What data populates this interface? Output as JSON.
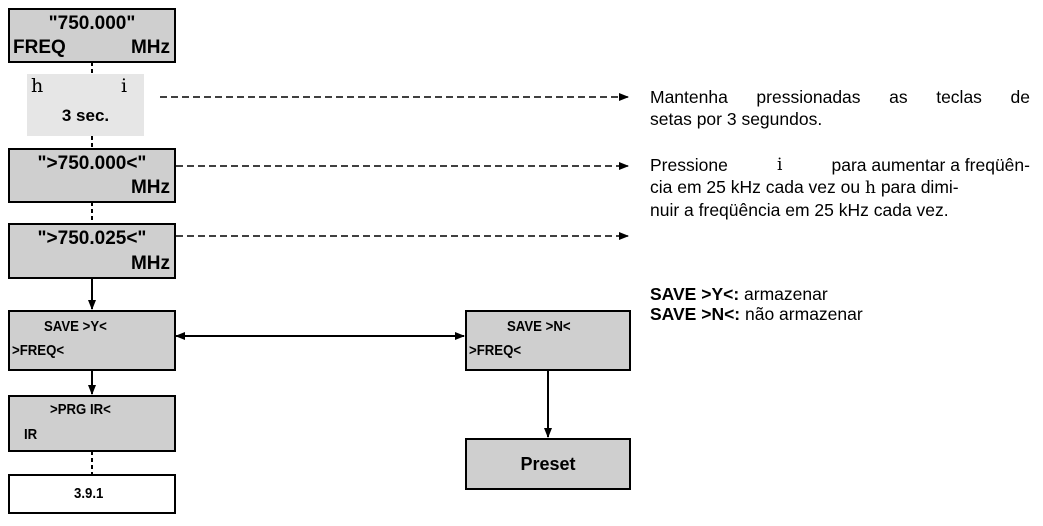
{
  "boxes": {
    "freq": {
      "line1": "\"750.000\"",
      "line2_left": "FREQ",
      "line2_right": "MHz"
    },
    "keys": {
      "left_key": "h",
      "right_key": "i",
      "duration": "3 sec."
    },
    "edit1": {
      "line1": "\">750.000<\"",
      "line2": "MHz"
    },
    "edit2": {
      "line1": "\">750.025<\"",
      "line2": "MHz"
    },
    "save_y": {
      "line1": "SAVE >Y<",
      "line2": ">FREQ<"
    },
    "save_n": {
      "line1": "SAVE >N<",
      "line2": ">FREQ<"
    },
    "prg_ir": {
      "line1": ">PRG IR<",
      "line2": "IR"
    },
    "preset": {
      "label": "Preset"
    },
    "ref": {
      "label": "3.9.1"
    }
  },
  "descriptions": {
    "hold_keys": {
      "line1": "Mantenha pressionadas as teclas de",
      "line2": "setas por 3 segundos."
    },
    "adjust": {
      "line1_a": "Pressione",
      "line1_key": "i",
      "line1_b": "para aumentar a freqüên-",
      "line2_a": "cia em 25 kHz cada vez ou",
      "line2_key": "h",
      "line2_b": "para dimi-",
      "line3": "nuir a freqüência em 25 kHz cada vez."
    },
    "save": {
      "y_label": "SAVE >Y<:",
      "y_text": "armazenar",
      "n_label": "SAVE >N<:",
      "n_text": "não armazenar"
    }
  }
}
